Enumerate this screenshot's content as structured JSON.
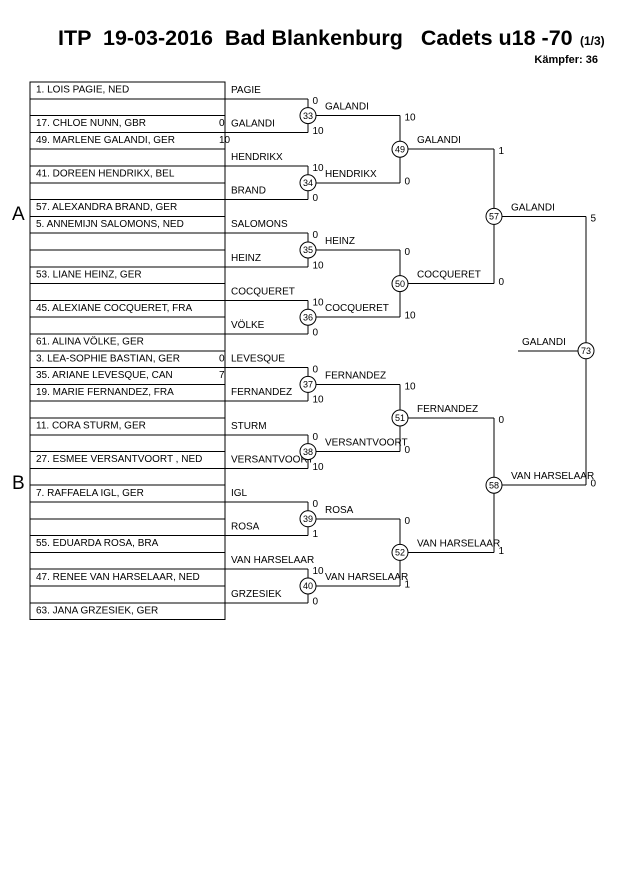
{
  "header": {
    "title": "ITP  19-03-2016  Bad Blankenburg   Cadets u18 -70",
    "sheet": "(1/3)",
    "fighters": "Kämpfer: 36"
  },
  "pools": [
    "A",
    "B"
  ],
  "entries": [
    {
      "name": "1. LOIS PAGIE, NED"
    },
    {
      "name": ""
    },
    {
      "name": "17. CHLOE NUNN, GBR",
      "score": 0
    },
    {
      "name": "49. MARLENE GALANDI, GER",
      "score": 10
    },
    {
      "name": ""
    },
    {
      "name": "41. DOREEN HENDRIKX, BEL"
    },
    {
      "name": ""
    },
    {
      "name": "57. ALEXANDRA BRAND, GER"
    },
    {
      "name": "5. ANNEMIJN SALOMONS, NED"
    },
    {
      "name": ""
    },
    {
      "name": ""
    },
    {
      "name": "53. LIANE HEINZ, GER"
    },
    {
      "name": ""
    },
    {
      "name": "45. ALEXIANE COCQUERET, FRA"
    },
    {
      "name": ""
    },
    {
      "name": "61. ALINA VÖLKE, GER"
    },
    {
      "name": "3. LEA-SOPHIE BASTIAN, GER",
      "score": 0
    },
    {
      "name": "35. ARIANE LEVESQUE, CAN",
      "score": 7
    },
    {
      "name": "19. MARIE FERNANDEZ, FRA"
    },
    {
      "name": ""
    },
    {
      "name": "11. CORA STURM, GER"
    },
    {
      "name": ""
    },
    {
      "name": "27. ESMEE VERSANTVOORT , NED"
    },
    {
      "name": ""
    },
    {
      "name": "7. RAFFAELA IGL, GER"
    },
    {
      "name": ""
    },
    {
      "name": ""
    },
    {
      "name": "55. EDUARDA ROSA, BRA"
    },
    {
      "name": ""
    },
    {
      "name": "47. RENEE VAN HARSELAAR, NED"
    },
    {
      "name": ""
    },
    {
      "name": "63. JANA GRZESIEK, GER"
    }
  ],
  "slots": [
    "PAGIE",
    "GALANDI",
    "HENDRIKX",
    "BRAND",
    "SALOMONS",
    "HEINZ",
    "COCQUERET",
    "VÖLKE",
    "LEVESQUE",
    "FERNANDEZ",
    "STURM",
    "VERSANTVOORT",
    "IGL",
    "ROSA",
    "VAN HARSELAAR",
    "GRZESIEK"
  ],
  "rounds": [
    [
      {
        "no": 33,
        "scores": [
          0,
          10
        ],
        "winner": "GALANDI"
      },
      {
        "no": 34,
        "scores": [
          10,
          0
        ],
        "winner": "HENDRIKX"
      },
      {
        "no": 35,
        "scores": [
          0,
          10
        ],
        "winner": "HEINZ"
      },
      {
        "no": 36,
        "scores": [
          10,
          0
        ],
        "winner": "COCQUERET"
      },
      {
        "no": 37,
        "scores": [
          0,
          10
        ],
        "winner": "FERNANDEZ"
      },
      {
        "no": 38,
        "scores": [
          0,
          10
        ],
        "winner": "VERSANTVOORT"
      },
      {
        "no": 39,
        "scores": [
          0,
          1
        ],
        "winner": "ROSA"
      },
      {
        "no": 40,
        "scores": [
          10,
          0
        ],
        "winner": "VAN HARSELAAR"
      }
    ],
    [
      {
        "no": 49,
        "scores": [
          10,
          0
        ],
        "winner": "GALANDI"
      },
      {
        "no": 50,
        "scores": [
          0,
          10
        ],
        "winner": "COCQUERET"
      },
      {
        "no": 51,
        "scores": [
          10,
          0
        ],
        "winner": "FERNANDEZ"
      },
      {
        "no": 52,
        "scores": [
          0,
          1
        ],
        "winner": "VAN HARSELAAR"
      }
    ],
    [
      {
        "no": 57,
        "scores": [
          1,
          0
        ],
        "winner": "GALANDI"
      },
      {
        "no": 58,
        "scores": [
          0,
          1
        ],
        "winner": "VAN HARSELAAR"
      }
    ],
    [
      {
        "no": 73,
        "scores": [
          5,
          0
        ],
        "winner": "GALANDI"
      }
    ]
  ]
}
